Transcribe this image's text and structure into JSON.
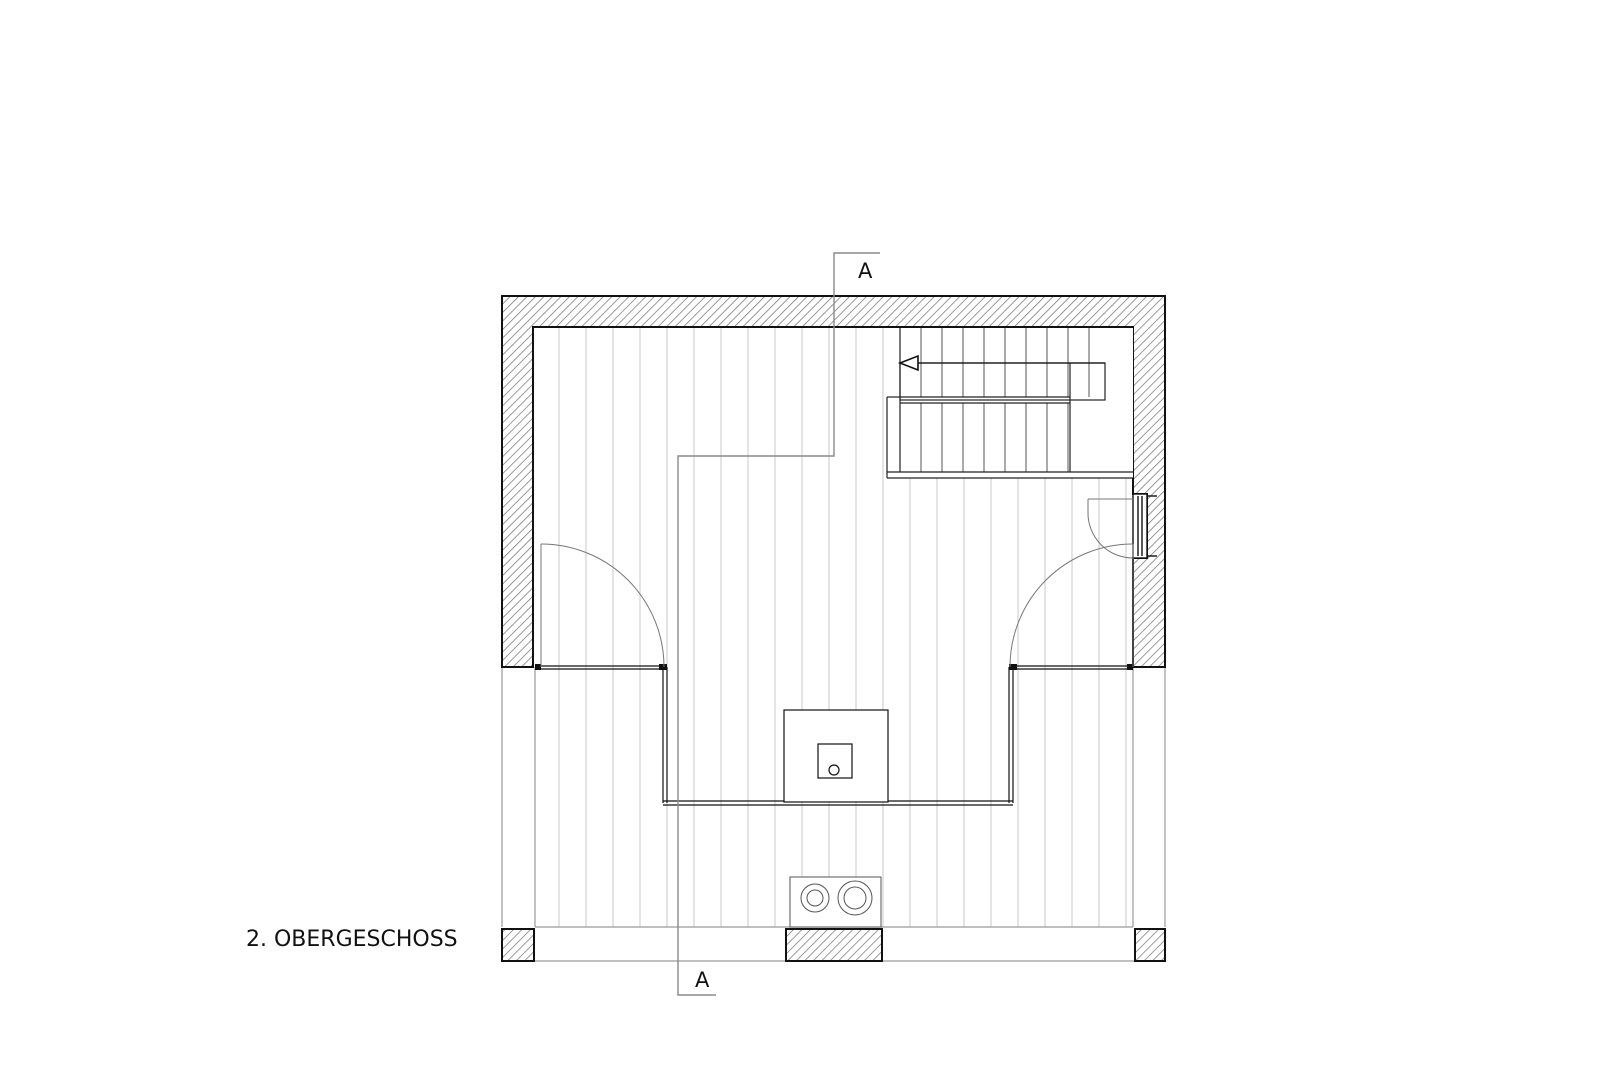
{
  "plan": {
    "floor_label": "2. OBERGESCHOSS",
    "section_marker_top": "A",
    "section_marker_bottom": "A",
    "colors": {
      "wall": "#111111",
      "hatch": "#7a7a7a",
      "floor_boards": "#c8c8c8",
      "fine_lines": "#8a8a8a",
      "background": "#ffffff"
    }
  }
}
